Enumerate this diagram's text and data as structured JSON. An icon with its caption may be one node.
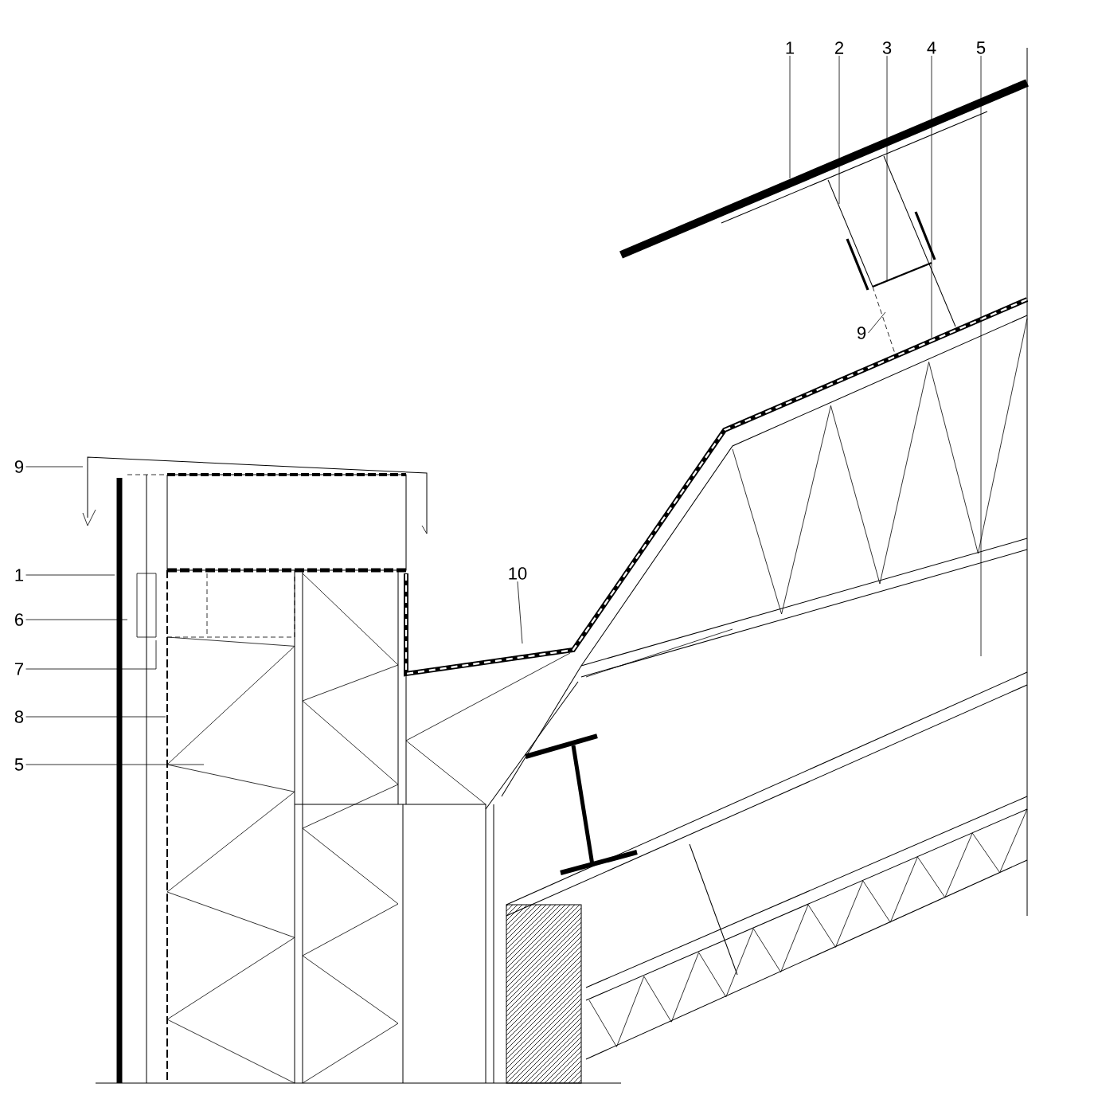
{
  "diagram": {
    "nodes": [
      {
        "text": [
          "1"
        ]
      },
      {
        "text": [
          "2"
        ]
      },
      {
        "text": [
          "3"
        ]
      },
      {
        "text": [
          "4"
        ]
      },
      {
        "text": [
          "5"
        ]
      },
      {
        "text": [
          "9"
        ]
      },
      {
        "text": [
          "9"
        ]
      },
      {
        "text": [
          "1"
        ]
      },
      {
        "text": [
          "6"
        ]
      },
      {
        "text": [
          "7"
        ]
      },
      {
        "text": [
          "8"
        ]
      },
      {
        "text": [
          "5"
        ]
      },
      {
        "text": [
          "10"
        ]
      }
    ],
    "edges": [
      {
        "from": 0,
        "to": null,
        "arrow": "none"
      },
      {
        "from": 1,
        "to": null,
        "arrow": "none"
      },
      {
        "from": 2,
        "to": null,
        "arrow": "none"
      },
      {
        "from": 3,
        "to": null,
        "arrow": "none"
      },
      {
        "from": 4,
        "to": null,
        "arrow": "none"
      },
      {
        "from": 5,
        "to": null,
        "arrow": "none"
      },
      {
        "from": 6,
        "to": null,
        "arrow": "none"
      },
      {
        "from": 7,
        "to": null,
        "arrow": "none"
      },
      {
        "from": 8,
        "to": null,
        "arrow": "none"
      },
      {
        "from": 9,
        "to": null,
        "arrow": "none"
      },
      {
        "from": 10,
        "to": null,
        "arrow": "none"
      },
      {
        "from": 11,
        "to": null,
        "arrow": "none"
      },
      {
        "from": 12,
        "to": null,
        "arrow": "none"
      }
    ]
  }
}
